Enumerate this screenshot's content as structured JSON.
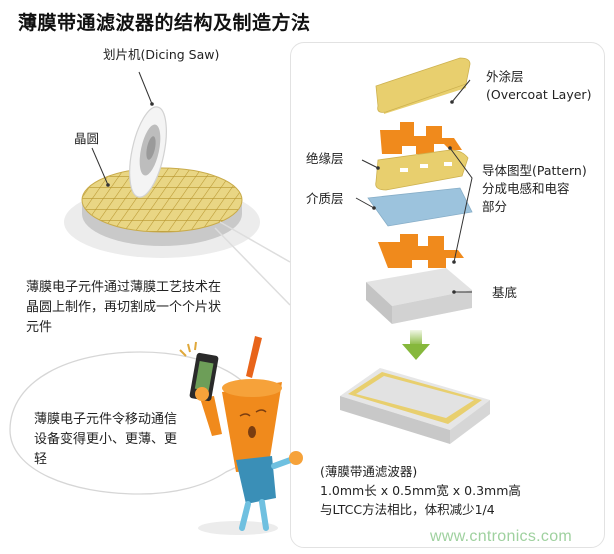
{
  "title": "薄膜带通滤波器的结构及制造方法",
  "left": {
    "dicing_saw_label": "划片机(Dicing Saw)",
    "wafer_label": "晶圆",
    "process_text": [
      "薄膜电子元件通过薄膜工艺技术在",
      "晶圆上制作，再切割成一个个片状",
      "元件"
    ],
    "bubble_text": [
      "薄膜电子元件令移动通信",
      "设备变得更小、更薄、更",
      "轻"
    ]
  },
  "panel": {
    "overcoat_label": "外涂层",
    "overcoat_label_en": "(Overcoat Layer)",
    "insulation_label": "绝缘层",
    "dielectric_label": "介质层",
    "pattern_label": [
      "导体图型(Pattern)",
      "分成电感和电容",
      "部分"
    ],
    "substrate_label": "基底",
    "product_caption": [
      "(薄膜带通滤波器)",
      "1.0mm长 x 0.5mm宽 x 0.3mm高",
      "与LTCC方法相比，体积减少1/4"
    ]
  },
  "watermark": "www.cntronics.com",
  "colors": {
    "gold_layer": "#e8cf6e",
    "conductor_orange": "#f08a1c",
    "dielectric_blue": "#9cc3dd",
    "substrate_gray": "#d8d8d8",
    "arrow_green": "#8cbf3f",
    "shirt_blue": "#3a8fb7"
  }
}
